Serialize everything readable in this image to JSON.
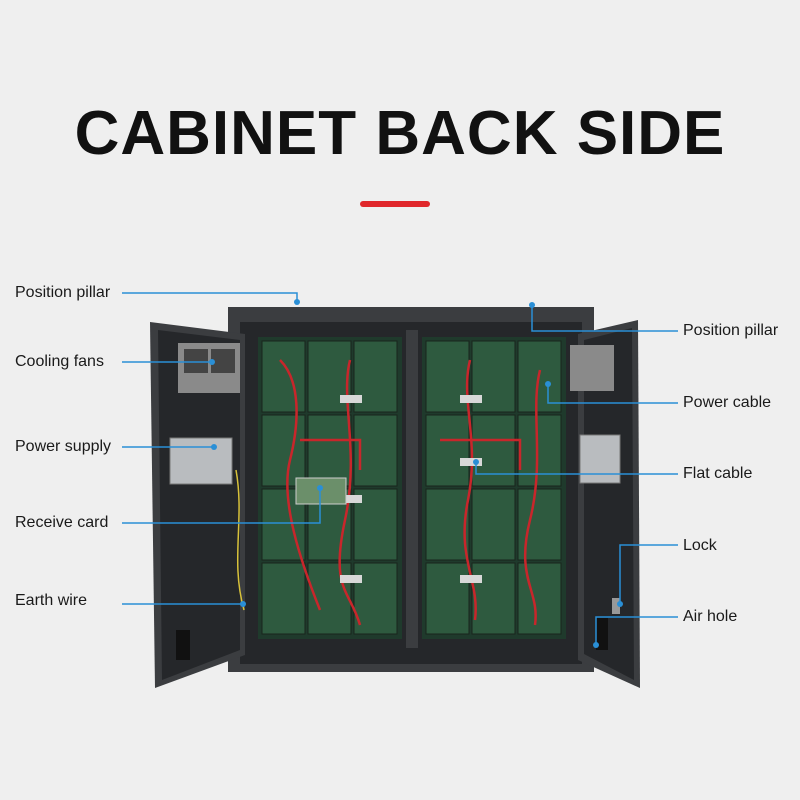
{
  "title": "CABINET BACK SIDE",
  "colors": {
    "accent": "#e0272b",
    "leader": "#2a8fd6",
    "cabinet": "#3b3d40",
    "cabinet_dark": "#25272a",
    "panel": "#1f3a2c",
    "cable_red": "#c8262b"
  },
  "labels": {
    "position_pillar_left": "Position pillar",
    "cooling_fans": "Cooling fans",
    "power_supply": "Power supply",
    "receive_card": "Receive card",
    "earth_wire": "Earth wire",
    "position_pillar_right": "Position pillar",
    "power_cable": "Power cable",
    "flat_cable": "Flat cable",
    "lock": "Lock",
    "air_hole": "Air hole"
  }
}
